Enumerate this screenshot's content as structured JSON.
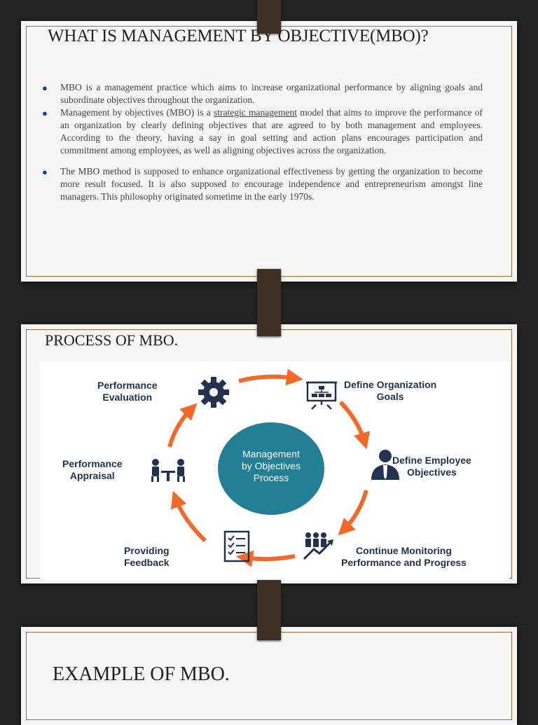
{
  "slide1": {
    "title": "WHAT IS MANAGEMENT BY OBJECTIVE(MBO)?",
    "bullets": [
      {
        "text": "MBO is a management practice which aims to increase organizational performance by aligning goals and subordinate objectives throughout the organization."
      },
      {
        "before": "Management by objectives (MBO) is a ",
        "link": "strategic management",
        "after": " model that aims to improve the performance of an organization by clearly defining objectives that are agreed to by both management and employees. According to the theory, having a say in goal setting and action plans encourages participation and commitment among employees, as well as aligning objectives across the organization."
      },
      {
        "text": "The MBO method is supposed to enhance organizational effectiveness by getting the organization to become more result focused. It is also supposed to encourage independence and entrepreneurism amongst line managers. This philosophy originated sometime in the early 1970s."
      }
    ]
  },
  "slide2": {
    "title": "PROCESS OF MBO.",
    "center": {
      "line1": "Management",
      "line2": "by Objectives",
      "line3": "Process"
    },
    "steps": {
      "define_goals": {
        "line1": "Define Organization",
        "line2": "Goals"
      },
      "define_objectives": {
        "line1": "Define Employee",
        "line2": "Objectives"
      },
      "monitoring": {
        "line1": "Continue Monitoring",
        "line2": "Performance and Progress"
      },
      "feedback": {
        "line1": "Providing",
        "line2": "Feedback"
      },
      "appraisal": {
        "line1": "Performance",
        "line2": "Appraisal"
      },
      "evaluation": {
        "line1": "Performance",
        "line2": "Evaluation"
      }
    },
    "colors": {
      "arrow": "#f26a2a",
      "center": "#237f96",
      "icon": "#23334f"
    }
  },
  "slide3": {
    "title": "EXAMPLE OF MBO."
  }
}
